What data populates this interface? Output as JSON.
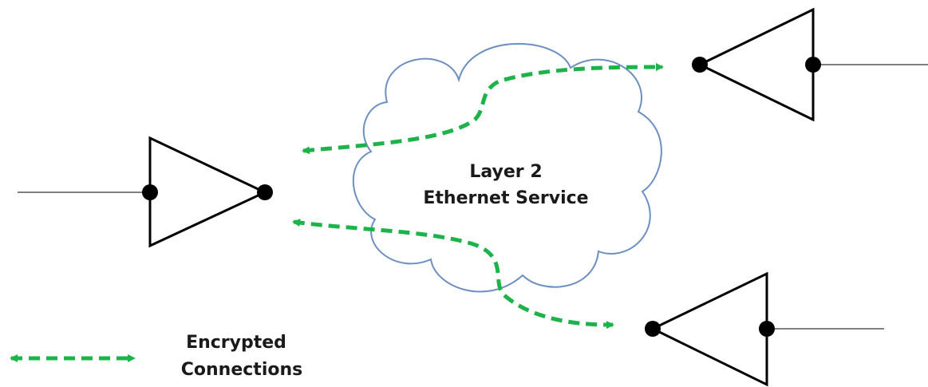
{
  "diagram": {
    "cloud": {
      "line1": "Layer 2",
      "line2": "Ethernet Service"
    },
    "legend": {
      "line1": "Encrypted",
      "line2": "Connections"
    },
    "devices": [
      {
        "name": "left-encryptor",
        "direction": "right"
      },
      {
        "name": "top-right-encryptor",
        "direction": "left"
      },
      {
        "name": "bottom-right-encryptor",
        "direction": "left"
      }
    ],
    "colors": {
      "connection": "#1eb34a",
      "cloud_stroke": "#6d8fc2",
      "device_stroke": "#000000",
      "wire": "#808080"
    }
  }
}
